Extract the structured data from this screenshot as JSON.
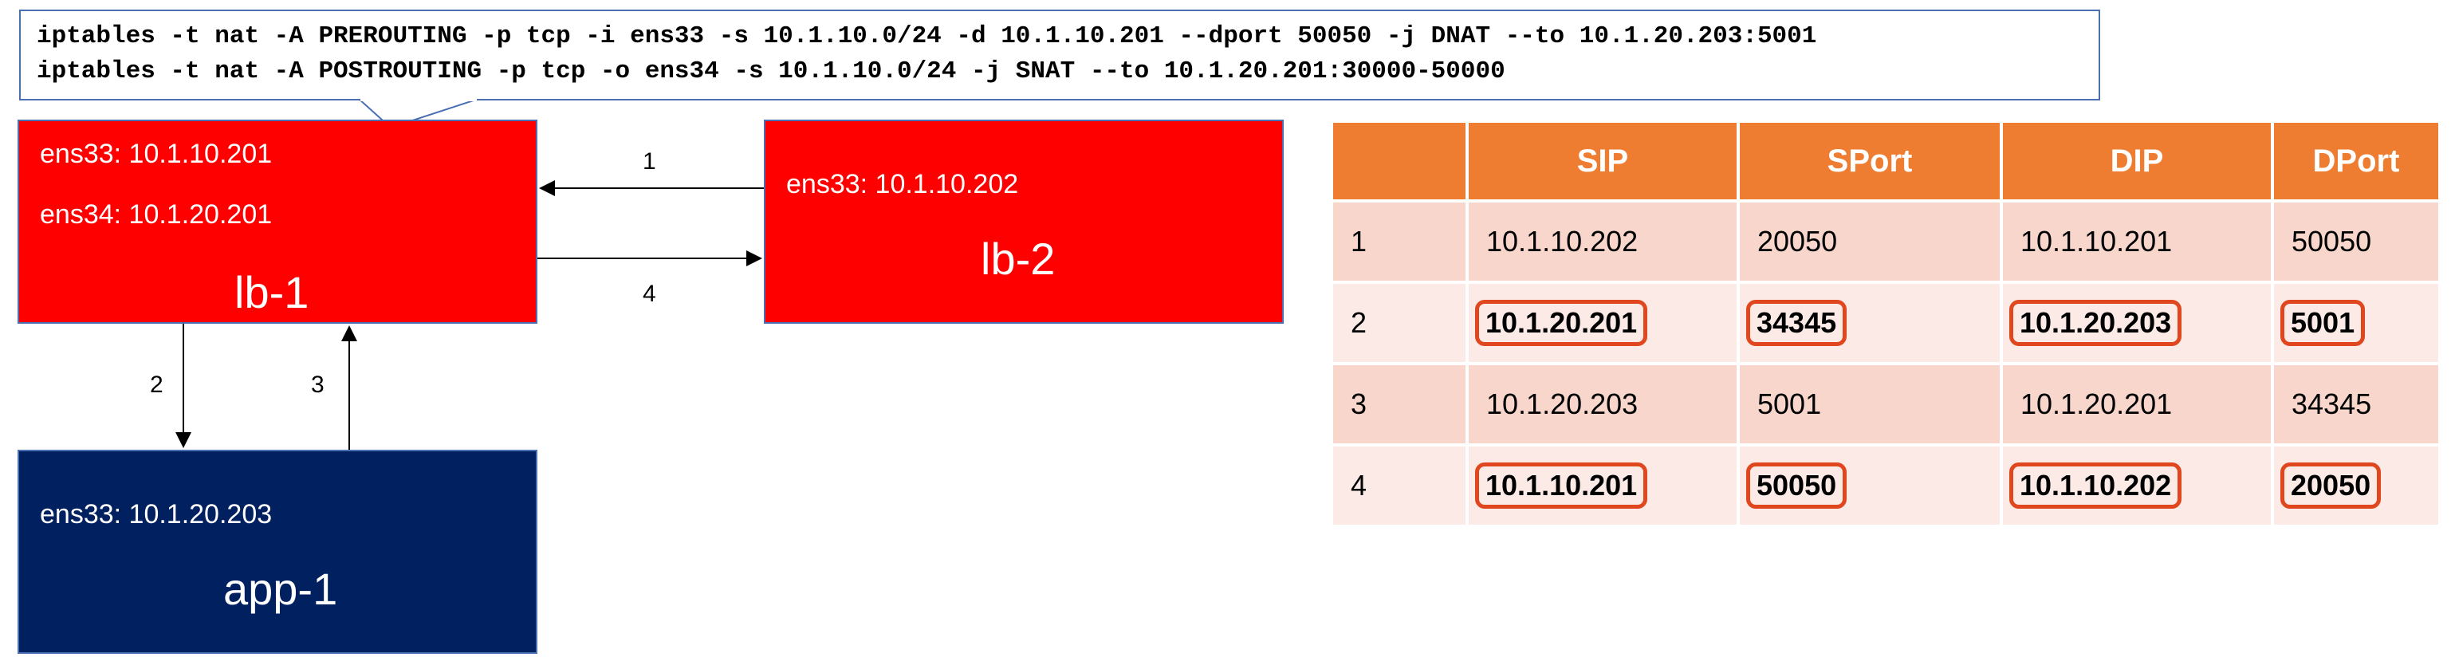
{
  "commands": [
    "iptables -t nat -A PREROUTING -p tcp -i ens33 -s 10.1.10.0/24 -d 10.1.10.201 --dport 50050 -j DNAT --to 10.1.20.203:5001",
    "iptables -t nat -A POSTROUTING -p tcp -o ens34 -s 10.1.10.0/24 -j SNAT --to 10.1.20.201:30000-50000"
  ],
  "nodes": {
    "lb1": {
      "iface1": "ens33: 10.1.10.201",
      "iface2": "ens34: 10.1.20.201",
      "name": "lb-1",
      "color": "#ff0000"
    },
    "lb2": {
      "iface1": "ens33: 10.1.10.202",
      "name": "lb-2",
      "color": "#ff0000"
    },
    "app1": {
      "iface1": "ens33: 10.1.20.203",
      "name": "app-1",
      "color": "#002060"
    }
  },
  "arrows": {
    "a1": "1",
    "a2": "2",
    "a3": "3",
    "a4": "4"
  },
  "table": {
    "headers": [
      "",
      "SIP",
      "SPort",
      "DIP",
      "DPort"
    ],
    "rows": [
      [
        "1",
        "10.1.10.202",
        "20050",
        "10.1.10.201",
        "50050"
      ],
      [
        "2",
        "10.1.20.201",
        "34345",
        "10.1.20.203",
        "5001"
      ],
      [
        "3",
        "10.1.20.203",
        "5001",
        "10.1.20.201",
        "34345"
      ],
      [
        "4",
        "10.1.10.201",
        "50050",
        "10.1.10.202",
        "20050"
      ]
    ],
    "highlighted_rows": [
      1,
      3
    ],
    "header_color": "#ee7d31",
    "highlight_color": "#e0471e"
  }
}
